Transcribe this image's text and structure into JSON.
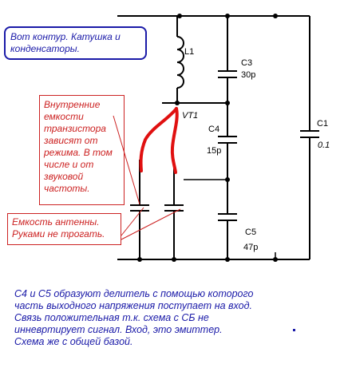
{
  "components": {
    "l1": "L1",
    "vt1": "VT1",
    "c3": "C3",
    "c3_value": "30p",
    "c4": "C4",
    "c4_value": "15p",
    "c5": "C5",
    "c5_value": "47p",
    "c1": "C1",
    "c1_value": "0.1"
  },
  "notes": {
    "circuit": "Вот контур. Катушка и конденсаторы.",
    "internal_capacitance": [
      "Внутренние",
      "емкости",
      "транзистора",
      "зависят от",
      "режима. В том",
      "числе и от",
      "звуковой",
      "частоты."
    ],
    "antenna": [
      "Емкость антенны.",
      "Руками не трогать."
    ],
    "explanation": [
      "C4 и C5 образуют делитель с помощью которого",
      "часть выходного напряжения поступает на вход.",
      "Связь положительная т.к. схема с  СБ не",
      "инневртирует сигнал. Вход, это эмиттер.",
      "Схема же с общей базой."
    ]
  },
  "colors": {
    "wire": "#000000",
    "annotation_red": "#cc2222",
    "annotation_blue": "#1a1aa8",
    "highlight_red": "#e01010"
  }
}
